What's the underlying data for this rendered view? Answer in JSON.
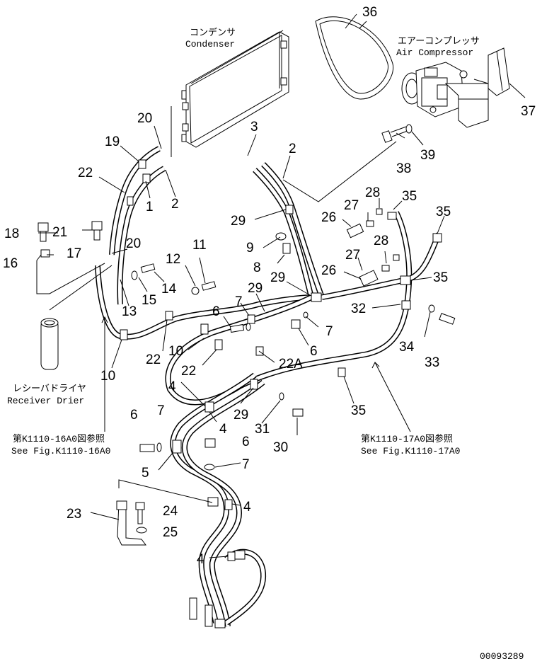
{
  "labels": {
    "condenser_jp": "コンデンサ",
    "condenser_en": "Condenser",
    "compressor_jp": "エアーコンプレッサ",
    "compressor_en": "Air Compressor",
    "drier_jp": "レシーバドライヤ",
    "drier_en": "Receiver Drier",
    "ref_a_jp": "第K1110-16A0図参照",
    "ref_a_en": "See Fig.K1110-16A0",
    "ref_b_jp": "第K1110-17A0図参照",
    "ref_b_en": "See Fig.K1110-17A0",
    "drawing_no": "00093289"
  },
  "callouts": [
    {
      "id": "c36",
      "text": "36"
    },
    {
      "id": "c37",
      "text": "37"
    },
    {
      "id": "c38",
      "text": "38"
    },
    {
      "id": "c39",
      "text": "39"
    },
    {
      "id": "c20a",
      "text": "20"
    },
    {
      "id": "c19",
      "text": "19"
    },
    {
      "id": "c22a",
      "text": "22"
    },
    {
      "id": "c1",
      "text": "1"
    },
    {
      "id": "c2a",
      "text": "2"
    },
    {
      "id": "c3",
      "text": "3"
    },
    {
      "id": "c2b",
      "text": "2"
    },
    {
      "id": "c28a",
      "text": "28"
    },
    {
      "id": "c35a",
      "text": "35"
    },
    {
      "id": "c27a",
      "text": "27"
    },
    {
      "id": "c26a",
      "text": "26"
    },
    {
      "id": "c35b",
      "text": "35"
    },
    {
      "id": "c29a",
      "text": "29"
    },
    {
      "id": "c18",
      "text": "18"
    },
    {
      "id": "c21",
      "text": "21"
    },
    {
      "id": "c20b",
      "text": "20"
    },
    {
      "id": "c11",
      "text": "11"
    },
    {
      "id": "c9",
      "text": "9"
    },
    {
      "id": "c28b",
      "text": "28"
    },
    {
      "id": "c16",
      "text": "16"
    },
    {
      "id": "c17",
      "text": "17"
    },
    {
      "id": "c12",
      "text": "12"
    },
    {
      "id": "c8",
      "text": "8"
    },
    {
      "id": "c27b",
      "text": "27"
    },
    {
      "id": "c26b",
      "text": "26"
    },
    {
      "id": "c35c",
      "text": "35"
    },
    {
      "id": "c14",
      "text": "14"
    },
    {
      "id": "c15",
      "text": "15"
    },
    {
      "id": "c29b",
      "text": "29"
    },
    {
      "id": "c29c",
      "text": "29"
    },
    {
      "id": "c7a",
      "text": "7"
    },
    {
      "id": "c13",
      "text": "13"
    },
    {
      "id": "c6a",
      "text": "6"
    },
    {
      "id": "c32",
      "text": "32"
    },
    {
      "id": "c7b",
      "text": "7"
    },
    {
      "id": "c10a",
      "text": "10"
    },
    {
      "id": "c22b",
      "text": "22"
    },
    {
      "id": "c34",
      "text": "34"
    },
    {
      "id": "c6b",
      "text": "6"
    },
    {
      "id": "c10b",
      "text": "10"
    },
    {
      "id": "c22c",
      "text": "22"
    },
    {
      "id": "c33",
      "text": "33"
    },
    {
      "id": "c22A",
      "text": "22A"
    },
    {
      "id": "c4a",
      "text": "4"
    },
    {
      "id": "c6c",
      "text": "6"
    },
    {
      "id": "c7c",
      "text": "7"
    },
    {
      "id": "c29d",
      "text": "29"
    },
    {
      "id": "c4b",
      "text": "4"
    },
    {
      "id": "c35d",
      "text": "35"
    },
    {
      "id": "c31",
      "text": "31"
    },
    {
      "id": "c6d",
      "text": "6"
    },
    {
      "id": "c30",
      "text": "30"
    },
    {
      "id": "c5",
      "text": "5"
    },
    {
      "id": "c7d",
      "text": "7"
    },
    {
      "id": "c4c",
      "text": "4"
    },
    {
      "id": "c23",
      "text": "23"
    },
    {
      "id": "c24",
      "text": "24"
    },
    {
      "id": "c25",
      "text": "25"
    },
    {
      "id": "c4d",
      "text": "4"
    }
  ]
}
